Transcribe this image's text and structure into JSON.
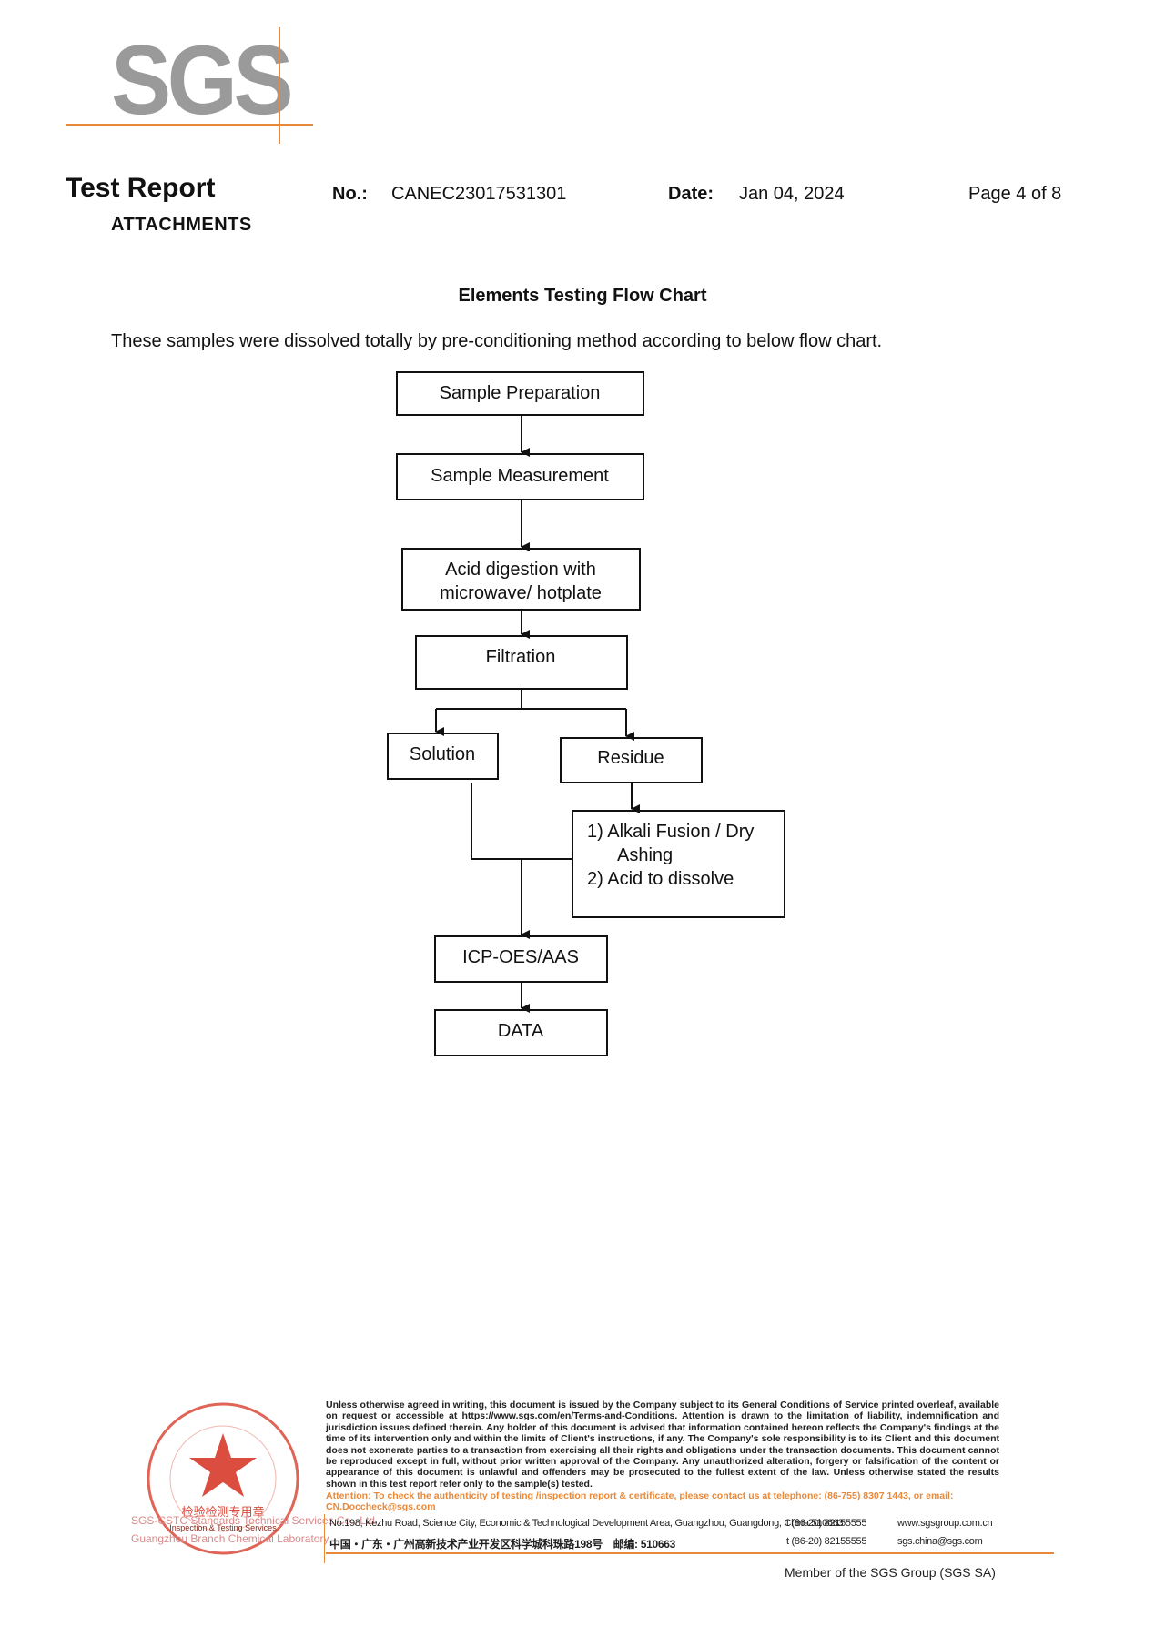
{
  "logo": {
    "text": "SGS",
    "accent": "#e8893a",
    "gray": "#9a9a9a"
  },
  "header": {
    "title": "Test Report",
    "subtitle": "ATTACHMENTS",
    "no_label": "No.:",
    "no_value": "CANEC23017531301",
    "date_label": "Date:",
    "date_value": "Jan 04, 2024",
    "page": "Page 4 of 8"
  },
  "section": {
    "title": "Elements Testing Flow Chart",
    "intro": "These samples were dissolved totally by pre-conditioning method according to below flow chart."
  },
  "flow": {
    "sample_preparation": "Sample Preparation",
    "sample_measurement": "Sample Measurement",
    "acid_digestion_line1": "Acid digestion with",
    "acid_digestion_line2": "microwave/ hotplate",
    "filtration": "Filtration",
    "solution": "Solution",
    "residue": "Residue",
    "alkali_line1": "1) Alkali Fusion / Dry",
    "alkali_line2": "Ashing",
    "alkali_line3": "2) Acid to dissolve",
    "icp": "ICP-OES/AAS",
    "data": "DATA"
  },
  "footer": {
    "disclaimer_pre": "Unless otherwise agreed in writing, this document is issued by the Company subject to its General Conditions of Service printed overleaf, available on request or accessible at ",
    "disclaimer_link": "https://www.sgs.com/en/Terms-and-Conditions.",
    "disclaimer_post": " Attention is drawn to the limitation of liability, indemnification and jurisdiction issues defined therein. Any holder of this document is advised that information contained hereon reflects the Company's findings at the time of its intervention only and within the limits of Client's instructions, if any. The Company's sole responsibility is to its Client and this document does not exonerate parties to a transaction from exercising all their rights and obligations under the transaction documents. This document cannot be reproduced except in full, without prior written approval of the Company. Any unauthorized alteration, forgery or falsification of the content or appearance of this document is unlawful and offenders may be prosecuted to the fullest extent of the law. Unless otherwise stated the results shown in this test report refer only to the sample(s) tested.",
    "attention_pre": "Attention: To check the authenticity of testing /inspection report & certificate, please contact us at telephone: (86-755) 8307 1443, or email: ",
    "attention_email": "CN.Doccheck@sgs.com",
    "address_en": "No.198, Kezhu Road, Science City, Economic & Technological Development Area, Guangzhou, Guangdong, China 510663",
    "address_cn": "中国・广东・广州高新技术产业开发区科学城科珠路198号　邮编: 510663",
    "tel_1": "t (86-20) 82155555",
    "tel_2": "t (86-20) 82155555",
    "web": "www.sgsgroup.com.cn",
    "mail": "sgs.china@sgs.com",
    "member": "Member of the SGS Group (SGS SA)",
    "stamp_side_1": "SGS-CSTC Standards Technical Services Co., Ltd.",
    "stamp_side_2": "Guangzhou Branch Chemical Laboratory",
    "stamp_inner_cn": "检验检测专用章",
    "stamp_inner_en": "Inspection & Testing Services"
  }
}
